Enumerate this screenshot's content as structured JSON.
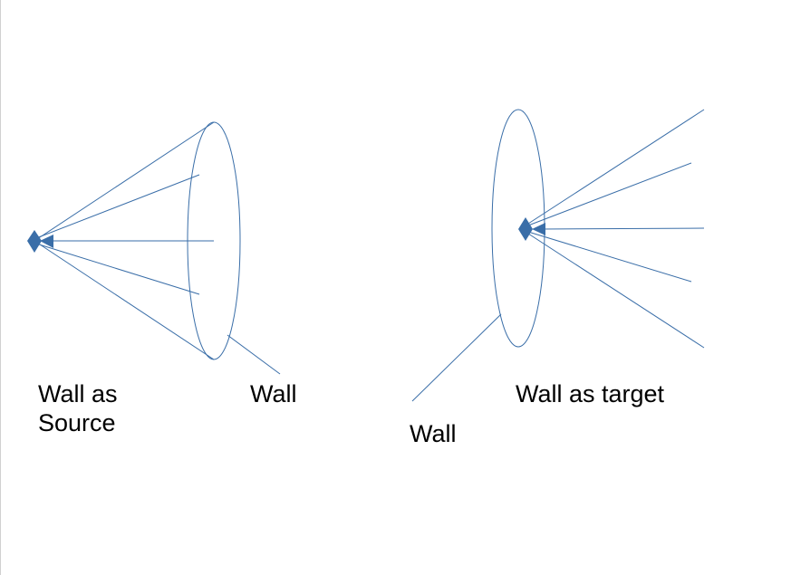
{
  "labels": {
    "wall_as_source_line1": "Wall as",
    "wall_as_source_line2": "Source",
    "wall_left": "Wall",
    "wall_right": "Wall",
    "wall_as_target": "Wall as target"
  },
  "colors": {
    "stroke": "#3a6ea8",
    "marker": "#3a6ea8",
    "text": "#000000"
  }
}
